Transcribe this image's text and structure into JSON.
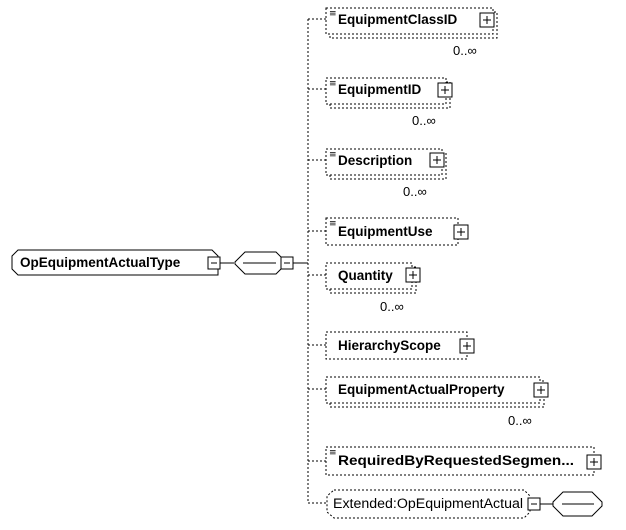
{
  "root": {
    "label": "OpEquipmentActualType"
  },
  "children": [
    {
      "label": "EquipmentClassID",
      "occurrence": "0..∞"
    },
    {
      "label": "EquipmentID",
      "occurrence": "0..∞"
    },
    {
      "label": "Description",
      "occurrence": "0..∞"
    },
    {
      "label": "EquipmentUse",
      "occurrence": ""
    },
    {
      "label": "Quantity",
      "occurrence": "0..∞"
    },
    {
      "label": "HierarchyScope",
      "occurrence": ""
    },
    {
      "label": "EquipmentActualProperty",
      "occurrence": "0..∞"
    },
    {
      "label": "RequiredByRequestedSegmen...",
      "occurrence": ""
    },
    {
      "label": "Extended:OpEquipmentActual",
      "occurrence": ""
    }
  ]
}
